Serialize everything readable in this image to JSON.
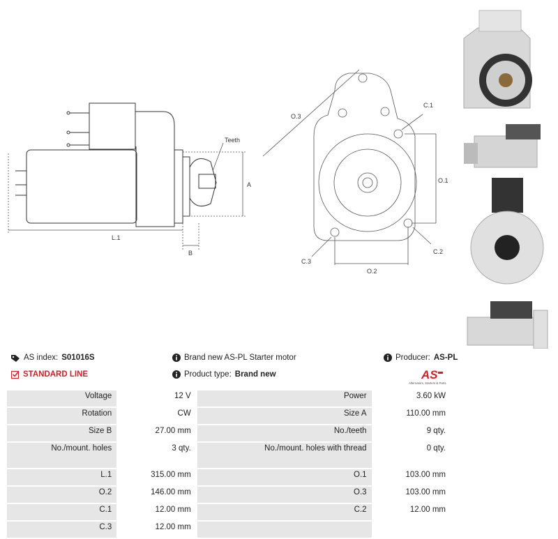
{
  "labels": {
    "teeth": "Teeth",
    "a": "A",
    "b": "B",
    "l1": "L.1",
    "o3": "O.3",
    "c1": "C.1",
    "o1": "O.1",
    "c2": "C.2",
    "c3": "C.3",
    "o2": "O.2"
  },
  "info": {
    "as_index_label": "AS index:",
    "as_index_value": "S01016S",
    "standard_line": "STANDARD LINE",
    "description": "Brand new AS-PL Starter motor",
    "product_type_label": "Product type:",
    "product_type_value": "Brand new",
    "producer_label": "Producer:",
    "producer_value": "AS-PL"
  },
  "logo": {
    "text": "AS",
    "tagline": "Alternators, Starters & Parts",
    "color": "#d0202a"
  },
  "specs": [
    [
      "Voltage",
      "12 V",
      "Power",
      "3.60 kW"
    ],
    [
      "Rotation",
      "CW",
      "Size A",
      "110.00 mm"
    ],
    [
      "Size B",
      "27.00 mm",
      "No./teeth",
      "9 qty."
    ],
    [
      "No./mount. holes",
      "3 qty.",
      "No./mount. holes with thread",
      "0 qty."
    ],
    [
      "L.1",
      "315.00 mm",
      "O.1",
      "103.00 mm"
    ],
    [
      "O.2",
      "146.00 mm",
      "O.3",
      "103.00 mm"
    ],
    [
      "C.1",
      "12.00 mm",
      "C.2",
      "12.00 mm"
    ],
    [
      "C.3",
      "12.00 mm",
      "",
      ""
    ]
  ]
}
